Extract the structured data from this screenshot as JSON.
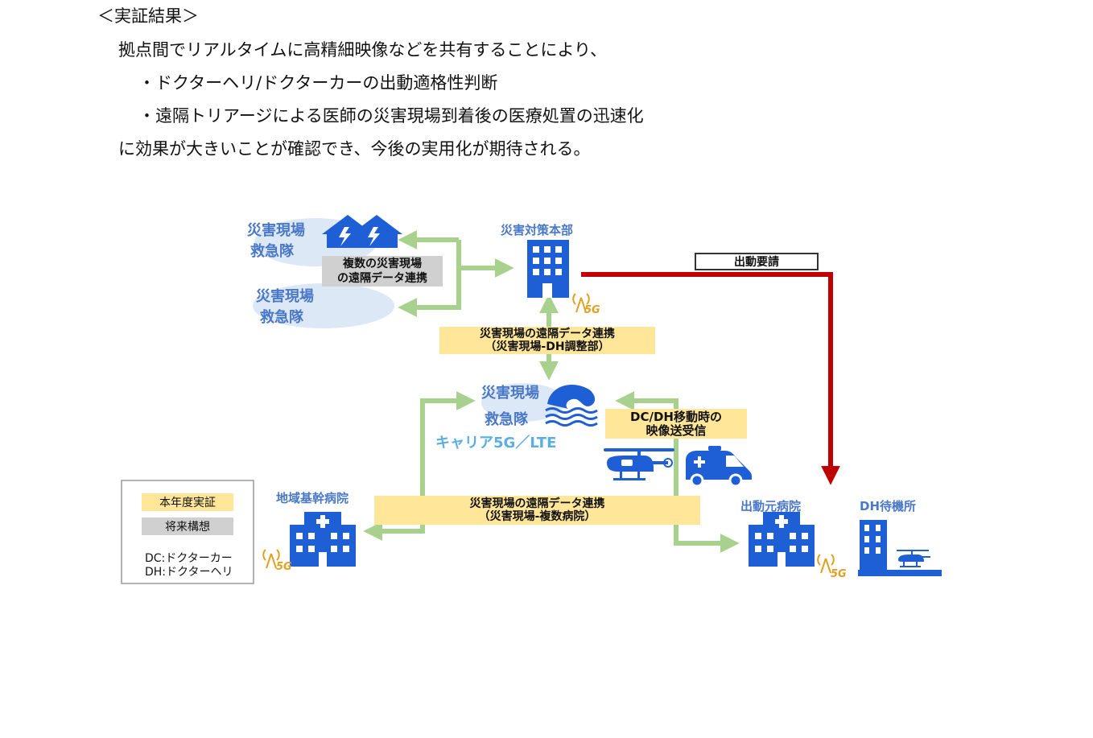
{
  "text": {
    "heading": "＜実証結果＞",
    "line1": "拠点間でリアルタイムに高精細映像などを共有することにより、",
    "bullet1": "・ドクターヘリ/ドクターカーの出動適格性判断",
    "bullet2": "・遠隔トリアージによる医師の災害現場到着後の医療処置の迅速化",
    "line2": "に効果が大きいことが確認でき、今後の実用化が期待される。"
  },
  "diagram": {
    "site_a": {
      "l1": "災害現場",
      "l2": "救急隊"
    },
    "site_b": {
      "l1": "災害現場",
      "l2": "救急隊"
    },
    "multi_sites_box": {
      "l1": "複数の災害現場",
      "l2": "の遠隔データ連携"
    },
    "hq_label": "災害対策本部",
    "dispatch_request": "出動要請",
    "hq_link_box": {
      "l1": "災害現場の遠隔データ連携",
      "l2": "（災害現場-DH調整部）"
    },
    "site_center": {
      "l1": "災害現場",
      "l2": "救急隊"
    },
    "carrier_label": "キャリア5G／LTE",
    "moving_box": {
      "l1": "DC/DH移動時の",
      "l2": "映像送受信"
    },
    "hospitals_link_box": {
      "l1": "災害現場の遠隔データ連携",
      "l2": "（災害現場-複数病院）"
    },
    "regional_hospital": "地域基幹病院",
    "origin_hospital": "出動元病院",
    "dh_standby": "DH待機所",
    "badge_5g": "5G",
    "legend": {
      "this_year": "本年度実証",
      "future": "将来構想",
      "dc": "DC:ドクターカー",
      "dh": "DH:ドクターヘリ"
    },
    "colors": {
      "icon_blue": "#1f5fd6",
      "arrow_green": "#a9d18e",
      "arrow_red": "#c00000",
      "yellow": "#ffe699",
      "gray": "#d0d0d0",
      "text_blue": "#4a78c8",
      "badge_orange": "#e0a020"
    }
  }
}
